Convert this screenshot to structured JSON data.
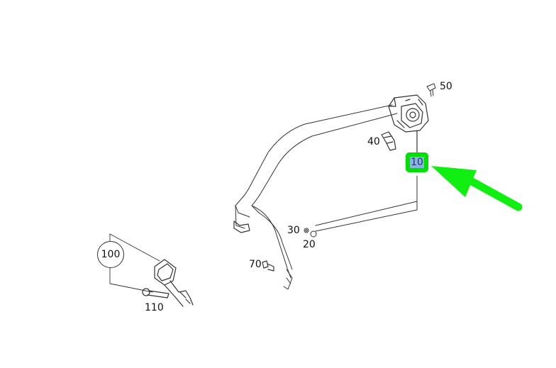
{
  "parts": {
    "p10": "10",
    "p20": "20",
    "p30": "30",
    "p40": "40",
    "p50": "50",
    "p70": "70",
    "p100": "100",
    "p110": "110"
  },
  "highlight": {
    "part": "10",
    "color": "#00e000"
  },
  "arrow": {
    "color": "#11ee11"
  }
}
